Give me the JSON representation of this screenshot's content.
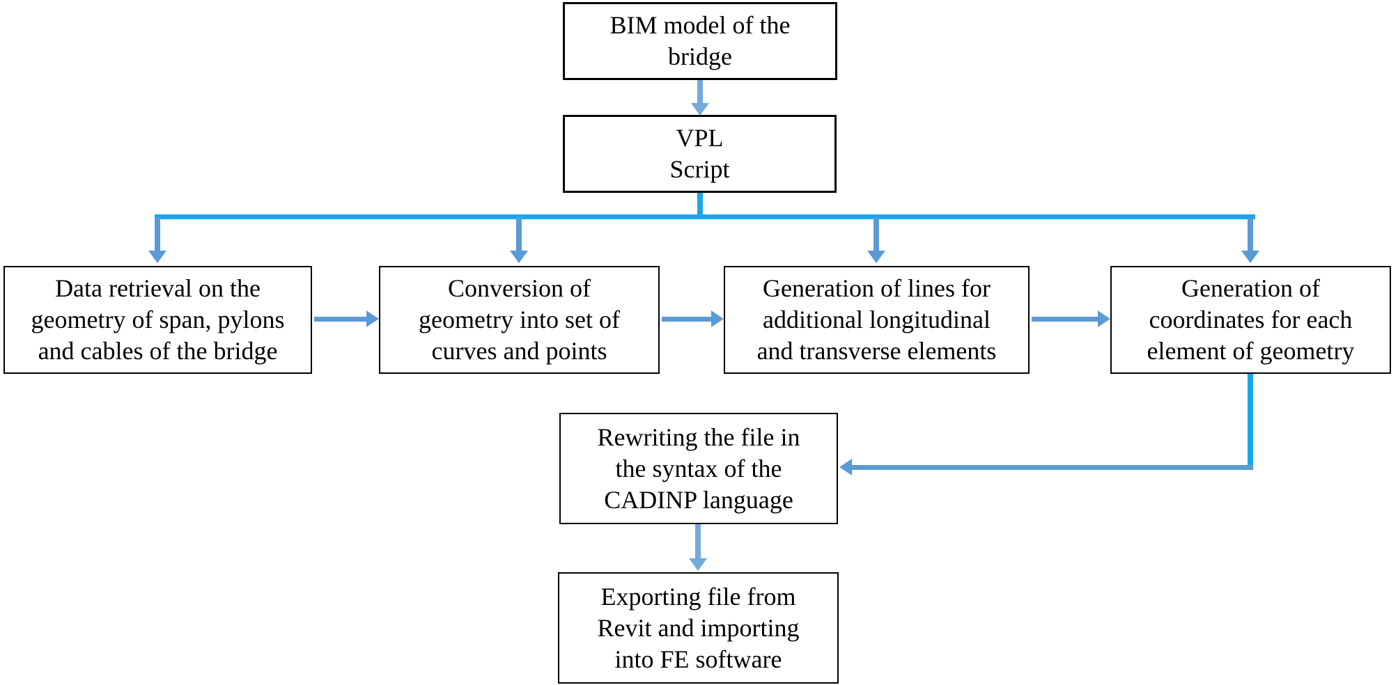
{
  "diagram": {
    "type": "flowchart",
    "nodes": [
      {
        "id": "bim",
        "label": "BIM model of the\nbridge"
      },
      {
        "id": "vpl",
        "label": "VPL\nScript"
      },
      {
        "id": "retrieval",
        "label": "Data retrieval on the\ngeometry of span, pylons\nand cables of the bridge"
      },
      {
        "id": "conversion",
        "label": "Conversion of\ngeometry into set of\ncurves and points"
      },
      {
        "id": "lines",
        "label": "Generation of lines for\nadditional longitudinal\nand transverse elements"
      },
      {
        "id": "coordinates",
        "label": "Generation of\ncoordinates for each\nelement of geometry"
      },
      {
        "id": "rewriting",
        "label": "Rewriting the file in\nthe syntax of the\nCADINP language"
      },
      {
        "id": "exporting",
        "label": "Exporting file from\nRevit and importing\ninto FE software"
      }
    ],
    "edges": [
      {
        "from": "bim",
        "to": "vpl"
      },
      {
        "from": "vpl",
        "to": "retrieval"
      },
      {
        "from": "vpl",
        "to": "conversion"
      },
      {
        "from": "vpl",
        "to": "lines"
      },
      {
        "from": "vpl",
        "to": "coordinates"
      },
      {
        "from": "retrieval",
        "to": "conversion"
      },
      {
        "from": "conversion",
        "to": "lines"
      },
      {
        "from": "lines",
        "to": "coordinates"
      },
      {
        "from": "coordinates",
        "to": "rewriting"
      },
      {
        "from": "rewriting",
        "to": "exporting"
      }
    ]
  },
  "colors": {
    "connector_main": "#1CA6E9",
    "connector_arrow": "#5B9BD5",
    "connector_arrow_light": "#74A9DC",
    "box_border": "#000000",
    "box_fill": "#FFFFFF",
    "text": "#000000",
    "background": "#FFFFFF"
  }
}
